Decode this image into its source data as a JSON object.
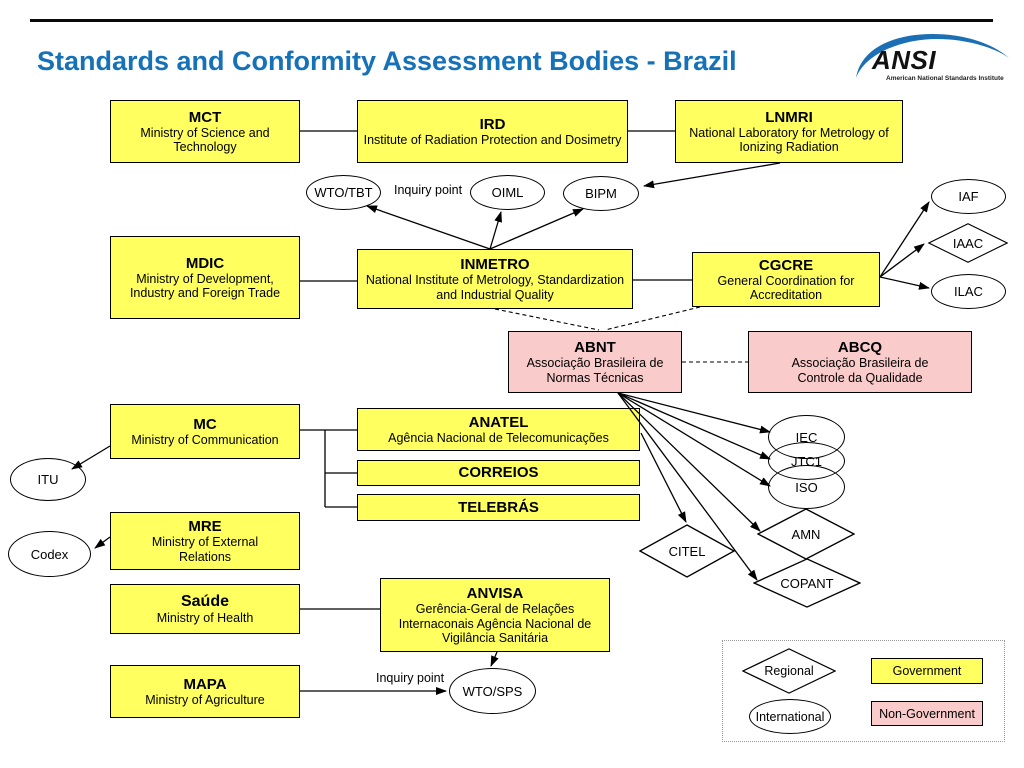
{
  "title": "Standards and Conformity Assessment Bodies - Brazil",
  "logo": {
    "brand": "ANSI",
    "tagline": "American National Standards Institute"
  },
  "annotations": {
    "inquiry_point_top": "Inquiry point",
    "inquiry_point_bottom": "Inquiry point"
  },
  "boxes": {
    "mct": {
      "acronym": "MCT",
      "name": "Ministry of Science and Technology"
    },
    "ird": {
      "acronym": "IRD",
      "name": "Institute of Radiation Protection and Dosimetry"
    },
    "lnmri": {
      "acronym": "LNMRI",
      "name": "National Laboratory for Metrology of Ionizing Radiation"
    },
    "mdic": {
      "acronym": "MDIC",
      "name": "Ministry of Development, Industry and Foreign Trade"
    },
    "inmetro": {
      "acronym": "INMETRO",
      "name": "National Institute of Metrology, Standardization and Industrial Quality"
    },
    "cgcre": {
      "acronym": "CGCRE",
      "name": "General Coordination for Accreditation"
    },
    "abnt": {
      "acronym": "ABNT",
      "name": "Associação Brasileira de Normas Técnicas"
    },
    "abcq": {
      "acronym": "ABCQ",
      "name": "Associação Brasileira de Controle da Qualidade"
    },
    "mc": {
      "acronym": "MC",
      "name": "Ministry of Communication"
    },
    "anatel": {
      "acronym": "ANATEL",
      "name": "Agência Nacional de Telecomunicações"
    },
    "correios": {
      "acronym": "CORREIOS",
      "name": ""
    },
    "telebras": {
      "acronym": "TELEBRÁS",
      "name": ""
    },
    "mre": {
      "acronym": "MRE",
      "name": "Ministry of External Relations"
    },
    "saude": {
      "acronym": "Saúde",
      "name": "Ministry of Health"
    },
    "anvisa": {
      "acronym": "ANVISA",
      "name": "Gerência-Geral de Relações Internaconais Agência Nacional de Vigilância Sanitária"
    },
    "mapa": {
      "acronym": "MAPA",
      "name": "Ministry of Agriculture"
    }
  },
  "ellipses": {
    "wto_tbt": "WTO/TBT",
    "oiml": "OIML",
    "bipm": "BIPM",
    "iaf": "IAF",
    "ilac": "ILAC",
    "itu": "ITU",
    "codex": "Codex",
    "wto_sps": "WTO/SPS",
    "iec": "IEC",
    "jtc1": "JTC1",
    "iso": "ISO"
  },
  "diamonds": {
    "iaac": "IAAC",
    "citel": "CITEL",
    "amn": "AMN",
    "copant": "COPANT"
  },
  "legend": {
    "regional": "Regional",
    "international": "International",
    "government": "Government",
    "non_government": "Non-Government"
  },
  "colors": {
    "government_fill": "#FFFF60",
    "non_government_fill": "#F9CBCB",
    "title_color": "#1571B8",
    "ansi_blue": "#1B6FB5"
  }
}
